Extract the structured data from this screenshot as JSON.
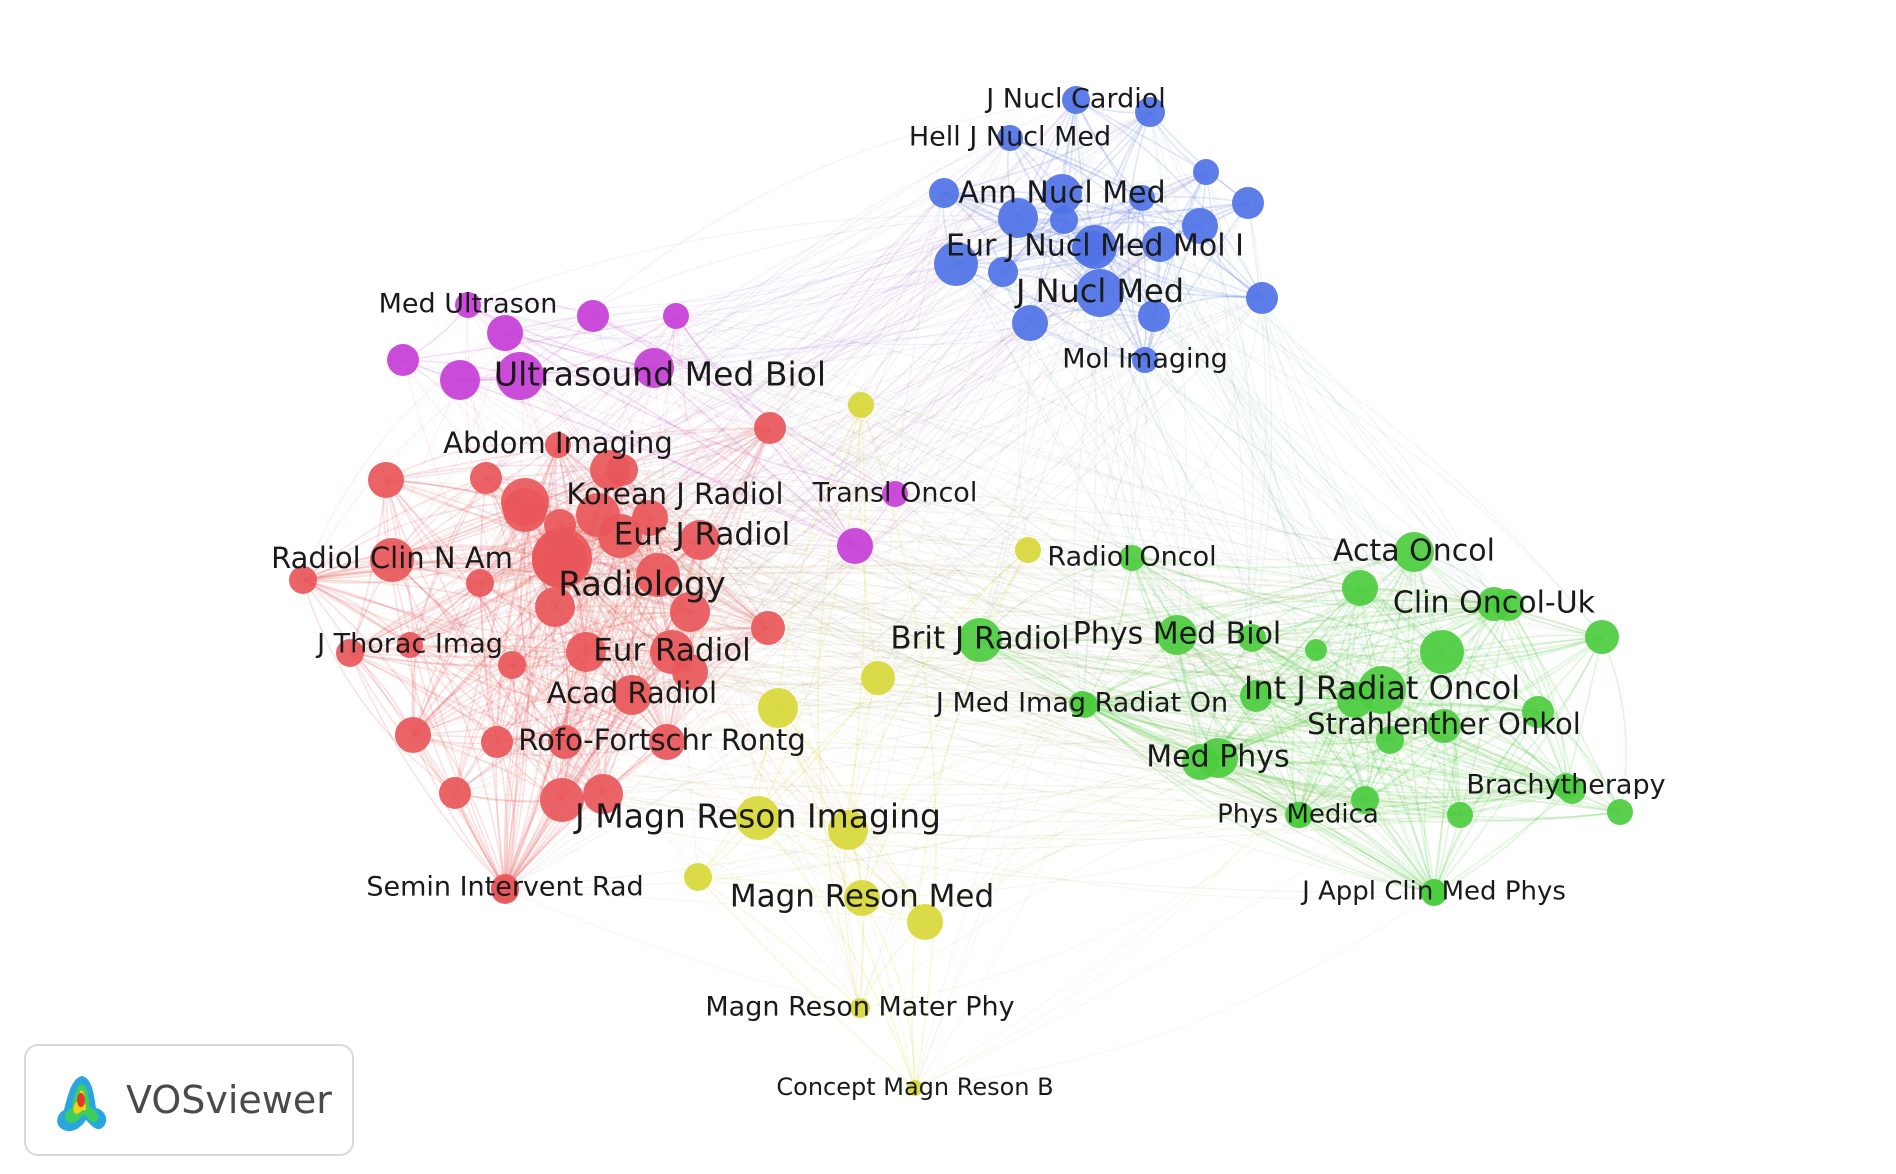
{
  "app": {
    "logo_text": "VOSviewer"
  },
  "network": {
    "clusters": {
      "red": "#e8575a",
      "blue": "#4f72e6",
      "green": "#4ccc3f",
      "yellow": "#d8d83a",
      "purple": "#c63ed6"
    },
    "labeled_nodes": [
      {
        "label": "J Nucl Cardiol",
        "cluster": "blue"
      },
      {
        "label": "Hell J Nucl Med",
        "cluster": "blue"
      },
      {
        "label": "Ann Nucl Med",
        "cluster": "blue"
      },
      {
        "label": "Eur J Nucl Med Mol I",
        "cluster": "blue"
      },
      {
        "label": "J Nucl Med",
        "cluster": "blue"
      },
      {
        "label": "Mol Imaging",
        "cluster": "blue"
      },
      {
        "label": "Med Ultrason",
        "cluster": "purple"
      },
      {
        "label": "Ultrasound Med Biol",
        "cluster": "purple"
      },
      {
        "label": "Transl Oncol",
        "cluster": "purple"
      },
      {
        "label": "Abdom Imaging",
        "cluster": "red"
      },
      {
        "label": "Korean J Radiol",
        "cluster": "red"
      },
      {
        "label": "Eur J Radiol",
        "cluster": "red"
      },
      {
        "label": "Radiol Clin N Am",
        "cluster": "red"
      },
      {
        "label": "Radiology",
        "cluster": "red"
      },
      {
        "label": "J Thorac Imag",
        "cluster": "red"
      },
      {
        "label": "Eur Radiol",
        "cluster": "red"
      },
      {
        "label": "Acad Radiol",
        "cluster": "red"
      },
      {
        "label": "Rofo-Fortschr Rontg",
        "cluster": "red"
      },
      {
        "label": "Semin Intervent Rad",
        "cluster": "red"
      },
      {
        "label": "J Magn Reson Imaging",
        "cluster": "yellow"
      },
      {
        "label": "Magn Reson Med",
        "cluster": "yellow"
      },
      {
        "label": "Magn Reson Mater Phy",
        "cluster": "yellow"
      },
      {
        "label": "Concept Magn Reson B",
        "cluster": "yellow"
      },
      {
        "label": "Radiol Oncol",
        "cluster": "green"
      },
      {
        "label": "Acta Oncol",
        "cluster": "green"
      },
      {
        "label": "Clin Oncol-Uk",
        "cluster": "green"
      },
      {
        "label": "Brit J Radiol",
        "cluster": "green"
      },
      {
        "label": "Phys Med Biol",
        "cluster": "green"
      },
      {
        "label": "Int J Radiat Oncol",
        "cluster": "green"
      },
      {
        "label": "J Med Imag Radiat On",
        "cluster": "green"
      },
      {
        "label": "Strahlenther Onkol",
        "cluster": "green"
      },
      {
        "label": "Med Phys",
        "cluster": "green"
      },
      {
        "label": "Brachytherapy",
        "cluster": "green"
      },
      {
        "label": "Phys Medica",
        "cluster": "green"
      },
      {
        "label": "J Appl Clin Med Phys",
        "cluster": "green"
      }
    ]
  }
}
